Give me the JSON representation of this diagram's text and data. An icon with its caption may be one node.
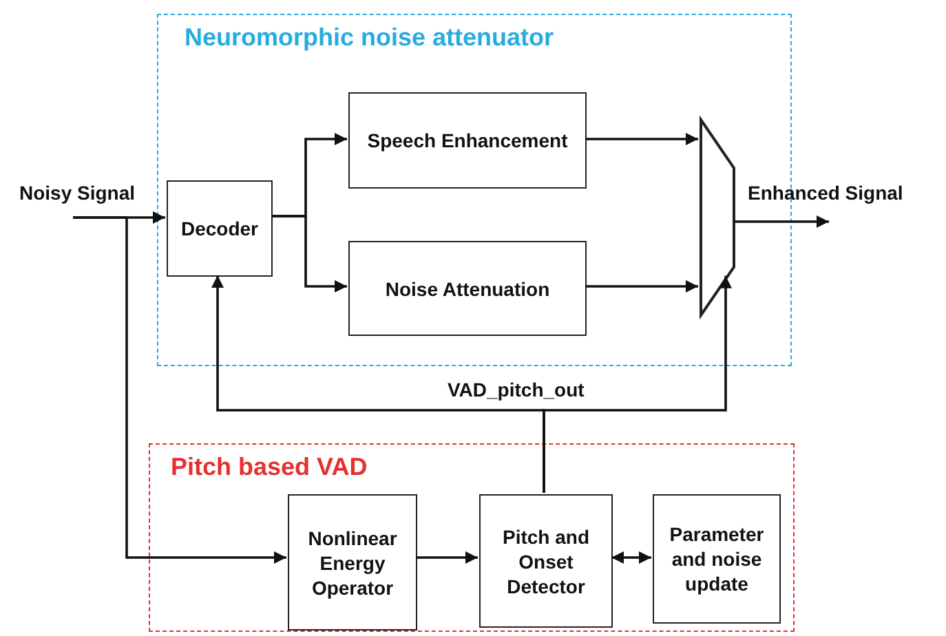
{
  "diagram": {
    "nodes": [
      {
        "text": [
          "Neuromorphic noise attenuator"
        ]
      },
      {
        "text": [
          "Noisy Signal"
        ]
      },
      {
        "text": [
          "Decoder"
        ],
        "in": 0
      },
      {
        "text": [
          "Speech Enhancement"
        ],
        "in": 0
      },
      {
        "text": [
          "Noise Attenuation"
        ],
        "in": 0
      },
      {
        "text": [],
        "shape": "trapezoid",
        "in": 0
      },
      {
        "text": [
          "Enhanced Signal"
        ]
      },
      {
        "text": [
          "Pitch based VAD"
        ]
      },
      {
        "text": [
          "Nonlinear Energy Operator"
        ],
        "in": 7
      },
      {
        "text": [
          "Pitch and Onset Detector"
        ],
        "in": 7
      },
      {
        "text": [
          "Parameter and noise update"
        ],
        "in": 7
      }
    ],
    "edges": [
      {
        "from": 1,
        "to": 2,
        "arrow": "to"
      },
      {
        "from": 1,
        "to": 8,
        "arrow": "to"
      },
      {
        "from": 2,
        "to": 3,
        "arrow": "to"
      },
      {
        "from": 2,
        "to": 4,
        "arrow": "to"
      },
      {
        "from": 3,
        "to": 5,
        "arrow": "to"
      },
      {
        "from": 4,
        "to": 5,
        "arrow": "to"
      },
      {
        "from": 5,
        "to": 6,
        "arrow": "to"
      },
      {
        "from": 8,
        "to": 9,
        "arrow": "to"
      },
      {
        "from": 9,
        "to": 10,
        "arrow": "both"
      },
      {
        "from": 9,
        "to": 2,
        "arrow": "to",
        "label": "VAD_pitch_out"
      },
      {
        "from": 9,
        "to": 5,
        "arrow": "to"
      }
    ]
  }
}
